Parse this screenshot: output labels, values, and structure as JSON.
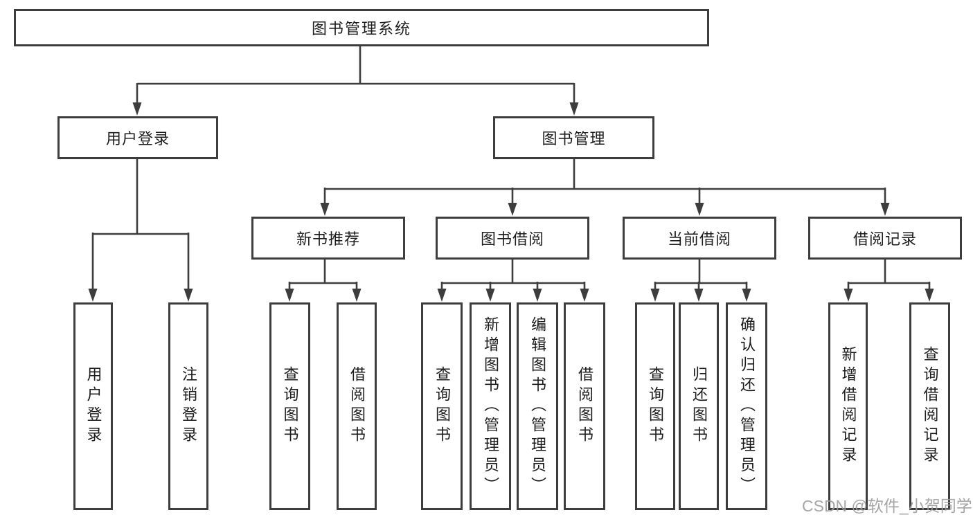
{
  "tree": {
    "root": "图书管理系统",
    "login": {
      "label": "用户登录",
      "leaves": [
        "用户登录",
        "注销登录"
      ]
    },
    "mgmt": {
      "label": "图书管理",
      "groups": [
        {
          "label": "新书推荐",
          "leaves": [
            "查询图书",
            "借阅图书"
          ]
        },
        {
          "label": "图书借阅",
          "leaves": [
            "查询图书",
            "新增图书（管理员）",
            "编辑图书（管理员）",
            "借阅图书"
          ]
        },
        {
          "label": "当前借阅",
          "leaves": [
            "查询图书",
            "归还图书",
            "确认归还（管理员）"
          ]
        },
        {
          "label": "借阅记录",
          "leaves": [
            "新增借阅记录",
            "查询借阅记录"
          ]
        }
      ]
    },
    "watermark": "CSDN @软件_小贺同学",
    "colors": {
      "line": "#3d3d3d",
      "box_border": "#3d3d3d",
      "box_fill": "#ffffff",
      "text": "#1c1c1c",
      "watermark": "#9e9e9e"
    }
  }
}
